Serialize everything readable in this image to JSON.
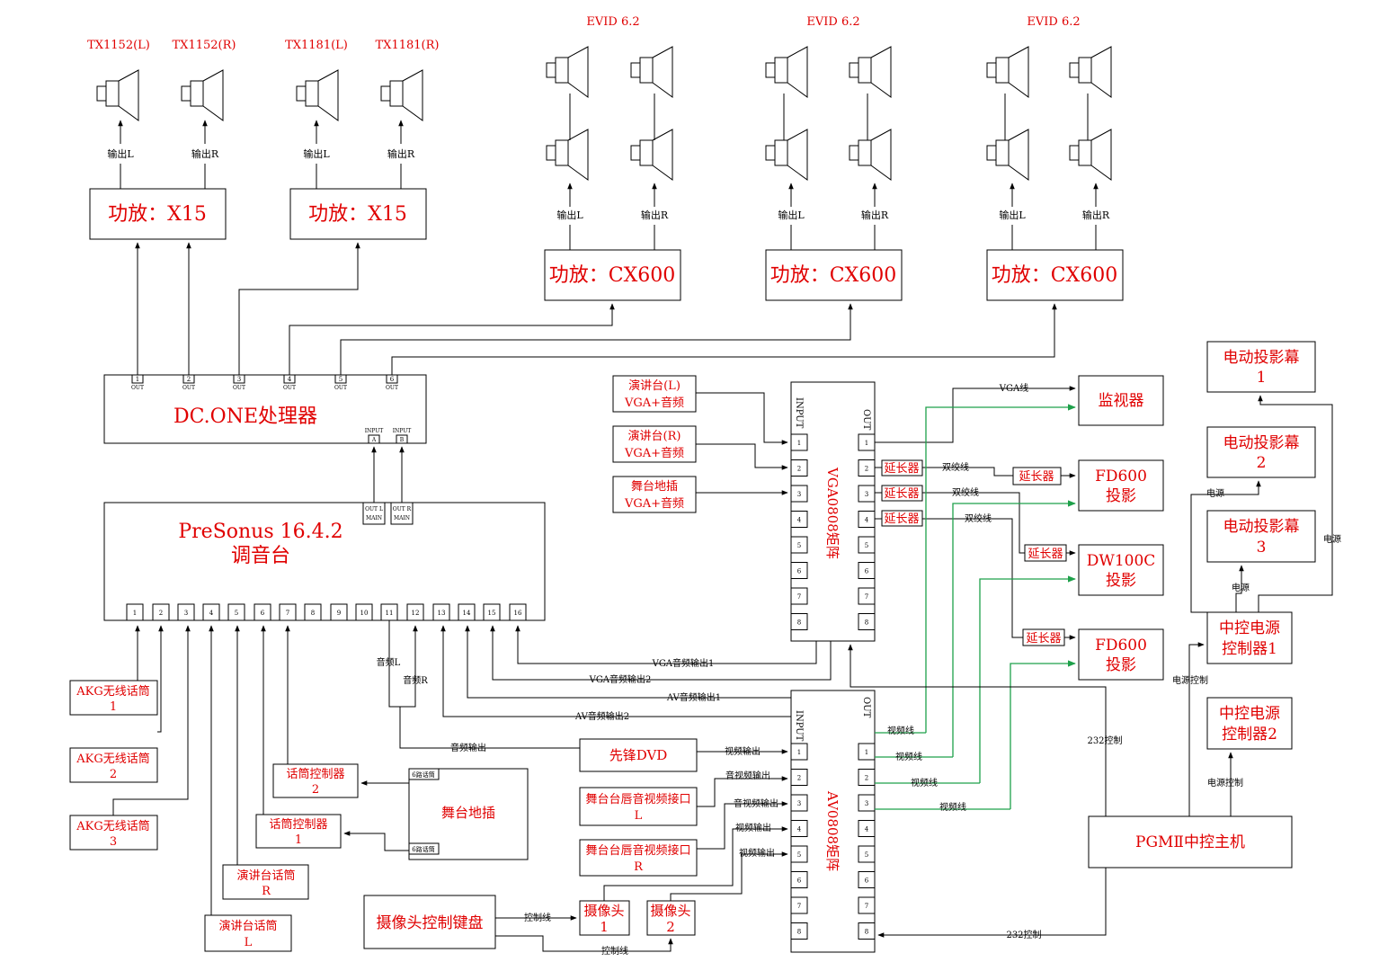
{
  "speakers": {
    "tx1152l": "TX1152(L)",
    "tx1152r": "TX1152(R)",
    "tx1181l": "TX1181(L)",
    "tx1181r": "TX1181(R)",
    "evid": "EVID 6.2"
  },
  "amps": {
    "x15": "功放：X15",
    "cx600": "功放：CX600"
  },
  "outputs": {
    "left": "输出L",
    "right": "输出R"
  },
  "processor": {
    "name": "DC.ONE处理器",
    "out_label": "OUT",
    "out_numbers": [
      "1",
      "2",
      "3",
      "4",
      "5",
      "6"
    ],
    "input_label": "INPUT",
    "input_a": "A",
    "input_b": "B"
  },
  "mixer": {
    "name_line1": "PreSonus 16.4.2",
    "name_line2": "调音台",
    "channels": [
      "1",
      "2",
      "3",
      "4",
      "5",
      "6",
      "7",
      "8",
      "9",
      "10",
      "11",
      "12",
      "13",
      "14",
      "15",
      "16"
    ],
    "out_l_main": [
      "OUT L",
      "MAIN"
    ],
    "out_r_main": [
      "OUT R",
      "MAIN"
    ],
    "audio_l": "音频L",
    "audio_r": "音频R"
  },
  "mics": {
    "akg1": [
      "AKG无线话筒",
      "1"
    ],
    "akg2": [
      "AKG无线话筒",
      "2"
    ],
    "akg3": [
      "AKG无线话筒",
      "3"
    ],
    "podium_r": [
      "演讲台话筒",
      "R"
    ],
    "podium_l": [
      "演讲台话筒",
      "L"
    ],
    "ctrl2": [
      "话筒控制器",
      "2"
    ],
    "ctrl1": [
      "话筒控制器",
      "1"
    ],
    "stage_plug": "舞台地插",
    "port_6": "6路话筒"
  },
  "vga_sources": {
    "podium_l": [
      "演讲台(L)",
      "VGA+音频"
    ],
    "podium_r": [
      "演讲台(R)",
      "VGA+音频"
    ],
    "stage": [
      "舞台地插",
      "VGA+音频"
    ]
  },
  "vga_matrix": {
    "name": "VGA0808矩阵",
    "input": "INPUT",
    "output": "OUT",
    "ports": [
      "1",
      "2",
      "3",
      "4",
      "5",
      "6",
      "7",
      "8"
    ]
  },
  "av_matrix": {
    "name": "AV0808矩阵",
    "input": "INPUT",
    "output": "OUT",
    "ports": [
      "1",
      "2",
      "3",
      "4",
      "5",
      "6",
      "7",
      "8"
    ]
  },
  "links": {
    "vga_line": "VGA线",
    "twisted_pair": "双绞线",
    "extender": "延长器",
    "video_line": "视频线",
    "vga_audio_out1": "VGA音频输出1",
    "vga_audio_out2": "VGA音频输出2",
    "av_audio_out1": "AV音频输出1",
    "av_audio_out2": "AV音频输出2",
    "audio_out": "音频输出",
    "video_out": "视频输出",
    "av_out": "音视频输出",
    "control_line": "控制线",
    "rs232": "232控制",
    "power_control": "电源控制",
    "power": "电源"
  },
  "displays": {
    "monitor": "监视器",
    "fd600": [
      "FD600",
      "投影"
    ],
    "dw100c": [
      "DW100C",
      "投影"
    ],
    "screen1": [
      "电动投影幕",
      "1"
    ],
    "screen2": [
      "电动投影幕",
      "2"
    ],
    "screen3": [
      "电动投影幕",
      "3"
    ]
  },
  "video_sources": {
    "dvd": "先锋DVD",
    "lip_l": [
      "舞台台唇音视频接口",
      "L"
    ],
    "lip_r": [
      "舞台台唇音视频接口",
      "R"
    ],
    "camera_keyboard": "摄像头控制键盘",
    "camera1": [
      "摄像头",
      "1"
    ],
    "camera2": [
      "摄像头",
      "2"
    ]
  },
  "control": {
    "power_ctrl1": [
      "中控电源",
      "控制器1"
    ],
    "power_ctrl2": [
      "中控电源",
      "控制器2"
    ],
    "host": "PGMⅡ中控主机"
  },
  "colors": {
    "label": "#e00000",
    "line": "#000000",
    "video_line": "#1ea04a"
  }
}
